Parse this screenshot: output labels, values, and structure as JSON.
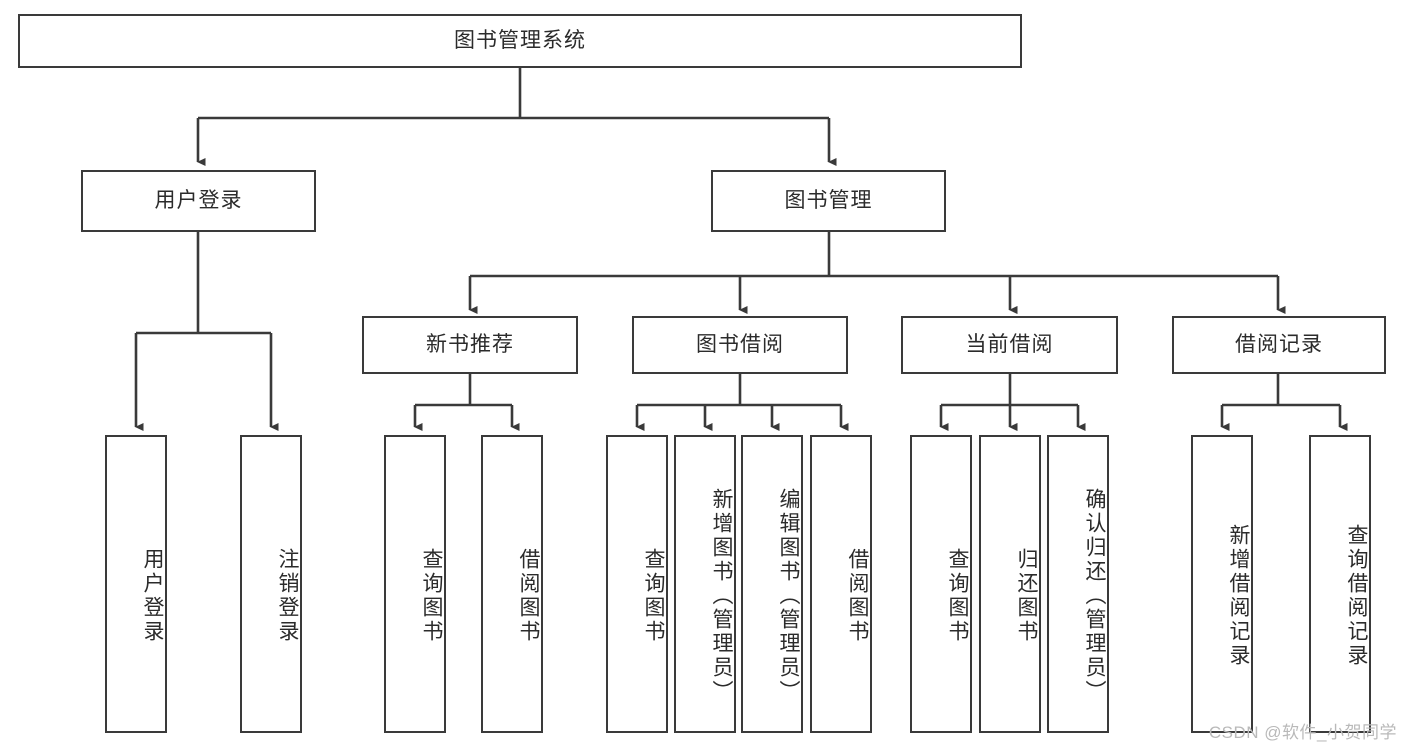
{
  "diagram": {
    "type": "hierarchy-tree",
    "title": "图书管理系统",
    "root": {
      "label": "图书管理系统"
    },
    "level2": [
      {
        "label": "用户登录"
      },
      {
        "label": "图书管理"
      }
    ],
    "level3": [
      {
        "label": "新书推荐"
      },
      {
        "label": "图书借阅"
      },
      {
        "label": "当前借阅"
      },
      {
        "label": "借阅记录"
      }
    ],
    "leaves": {
      "user_login": [
        {
          "label": "用户登录"
        },
        {
          "label": "注销登录"
        }
      ],
      "new_book_recommend": [
        {
          "label": "查询图书"
        },
        {
          "label": "借阅图书"
        }
      ],
      "book_borrow": [
        {
          "label": "查询图书"
        },
        {
          "label": "新增图书（管理员）"
        },
        {
          "label": "编辑图书（管理员）"
        },
        {
          "label": "借阅图书"
        }
      ],
      "current_borrow": [
        {
          "label": "查询图书"
        },
        {
          "label": "归还图书"
        },
        {
          "label": "确认归还（管理员）"
        }
      ],
      "borrow_record": [
        {
          "label": "新增借阅记录"
        },
        {
          "label": "查询借阅记录"
        }
      ]
    }
  },
  "watermark": {
    "text": "CSDN @软件_小贺同学"
  },
  "colors": {
    "border": "#3a3a3a",
    "text": "#2b2b2b",
    "background": "#ffffff",
    "watermark": "#b9b9b9"
  }
}
